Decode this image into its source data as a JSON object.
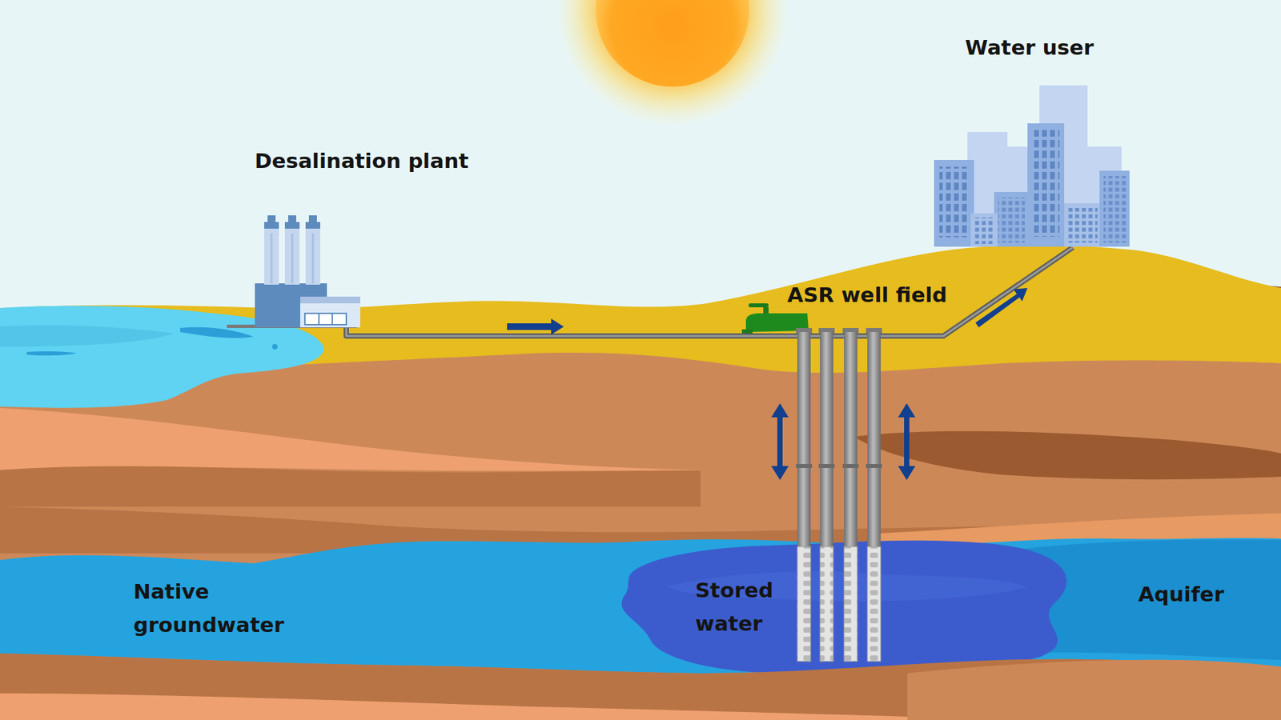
{
  "diagram": {
    "labels": [
      "Desalination plant",
      "Water user",
      "ASR well field",
      "Native groundwater",
      "Stored water",
      "Aquifer"
    ]
  }
}
